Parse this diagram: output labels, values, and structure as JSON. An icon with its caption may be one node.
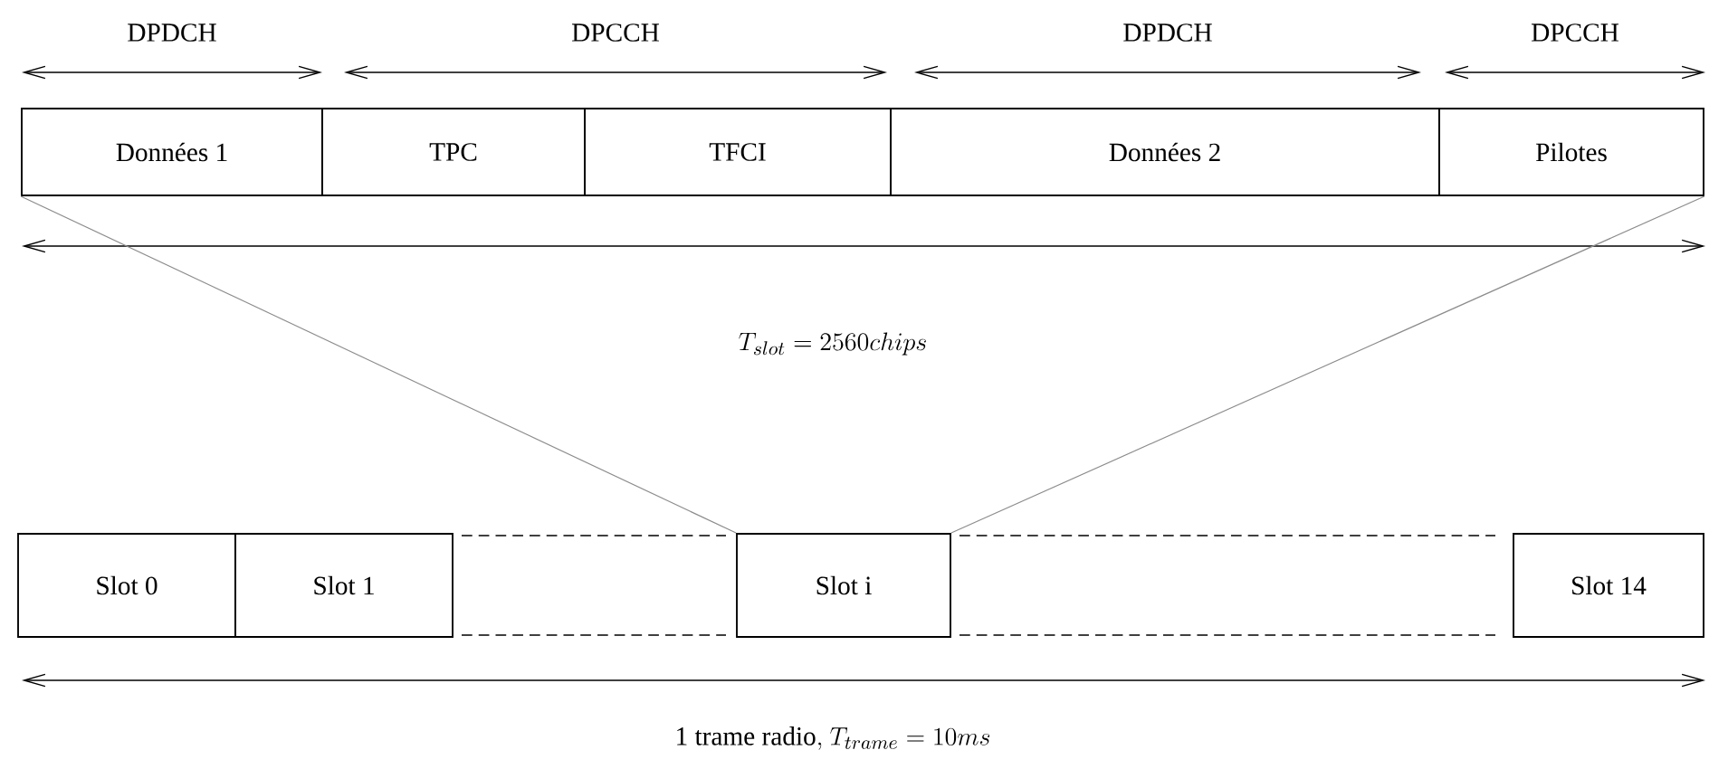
{
  "diagram": {
    "nodes": [
      {
        "text": [
          "Données 1"
        ]
      },
      {
        "text": [
          "TPC"
        ]
      },
      {
        "text": [
          "TFCI"
        ]
      },
      {
        "text": [
          "Données 2"
        ]
      },
      {
        "text": [
          "Pilotes"
        ]
      },
      {
        "text": [
          "Slot 0"
        ]
      },
      {
        "text": [
          "Slot 1"
        ]
      },
      {
        "text": [
          "Slot i"
        ]
      },
      {
        "text": [
          "Slot 14"
        ]
      }
    ],
    "edges": [
      {
        "from": 7,
        "to": 0,
        "arrow": "none"
      },
      {
        "from": 7,
        "to": 4,
        "arrow": "none"
      }
    ],
    "labels": [
      "DPDCH",
      "DPCCH",
      "DPDCH",
      "DPCCH",
      "T_{slot} = 2560chips",
      "\\mathrm{1\\ trame\\ radio,}\\ T_{trame} = 10ms"
    ]
  }
}
